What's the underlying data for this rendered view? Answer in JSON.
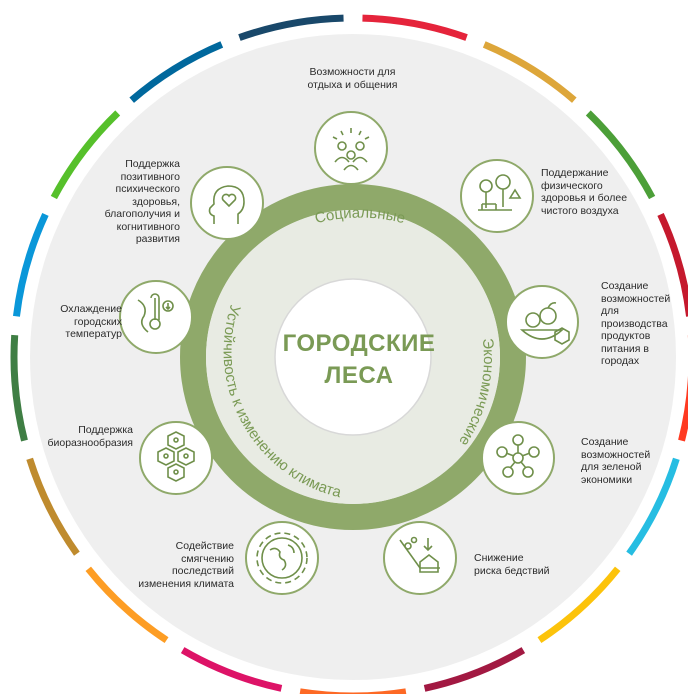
{
  "center": {
    "line1": "ГОРОДСКИЕ",
    "line2": "ЛЕСА"
  },
  "ring_labels": {
    "social": "Социальные",
    "economic": "Экономические",
    "resilience": "Устойчивость к изменению климата"
  },
  "benefits": [
    {
      "id": "recreation",
      "icon": "people-gathering-icon",
      "lines": [
        "Возможности для",
        "отдыха и общения"
      ]
    },
    {
      "id": "physical",
      "icon": "trees-bench-icon",
      "lines": [
        "Поддержание",
        "физического",
        "здоровья и более",
        "чистого воздуха"
      ]
    },
    {
      "id": "food",
      "icon": "fruits-vegetables-icon",
      "lines": [
        "Создание",
        "возможностей",
        "для",
        "производства",
        "продуктов",
        "питания в",
        "городах"
      ]
    },
    {
      "id": "green-economy",
      "icon": "green-economy-network-icon",
      "lines": [
        "Создание",
        "возможностей",
        "для зеленой",
        "экономики"
      ]
    },
    {
      "id": "disaster",
      "icon": "landslide-house-icon",
      "lines": [
        "Снижение",
        "риска бедствий"
      ]
    },
    {
      "id": "mitigation",
      "icon": "globe-icon",
      "lines": [
        "Содействие",
        "смягчению",
        "последствий",
        "изменения климата"
      ]
    },
    {
      "id": "biodiversity",
      "icon": "biodiversity-hexagons-icon",
      "lines": [
        "Поддержка",
        "биоразнообразия"
      ]
    },
    {
      "id": "cooling",
      "icon": "thermometer-map-icon",
      "lines": [
        "Охлаждение",
        "городских",
        "температур"
      ]
    },
    {
      "id": "mental",
      "icon": "head-heart-icon",
      "lines": [
        "Поддержка",
        "позитивного",
        "психического",
        "здоровья,",
        "благополучия и",
        "когнитивного",
        "развития"
      ]
    }
  ],
  "colors": {
    "accent_green": "#7a9a55",
    "ring_green": "#8fa96a",
    "background_disc": "#efefef",
    "icon_line": "#6f8f4a",
    "segments": [
      "#e5243b",
      "#dda63a",
      "#4c9f38",
      "#c5192d",
      "#ff3a21",
      "#26bde2",
      "#fcc30b",
      "#a21942",
      "#fd6925",
      "#dd1367",
      "#fd9d24",
      "#bf8b2e",
      "#3f7e44",
      "#0a97d9",
      "#56c02b",
      "#00689d",
      "#19486a"
    ]
  }
}
